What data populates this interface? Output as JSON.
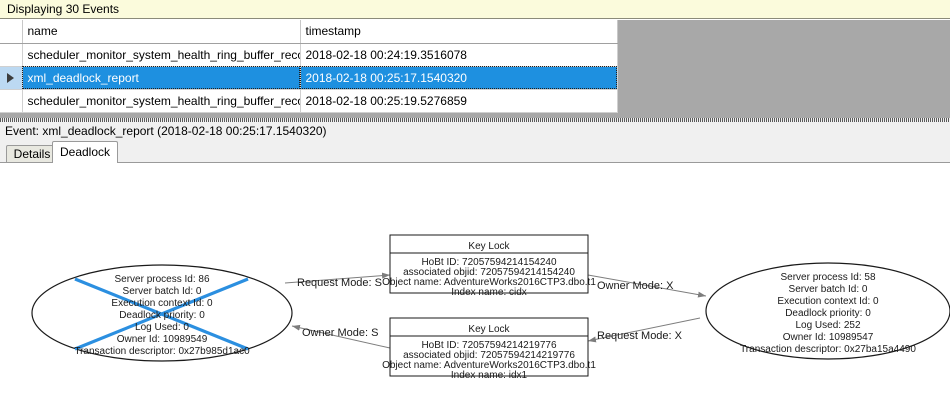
{
  "status_bar": {
    "text": "Displaying 30 Events"
  },
  "events_grid": {
    "columns": [
      "",
      "name",
      "timestamp"
    ],
    "rows": [
      {
        "selected": false,
        "marker": "",
        "name": "scheduler_monitor_system_health_ring_buffer_recorded",
        "timestamp": "2018-02-18 00:24:19.3516078"
      },
      {
        "selected": true,
        "marker": "row-arrow-icon",
        "name": "xml_deadlock_report",
        "timestamp": "2018-02-18 00:25:17.1540320"
      },
      {
        "selected": false,
        "marker": "",
        "name": "scheduler_monitor_system_health_ring_buffer_recorded",
        "timestamp": "2018-02-18 00:25:19.5276859"
      }
    ]
  },
  "event_detail": {
    "header": "Event: xml_deadlock_report (2018-02-18 00:25:17.1540320)",
    "tabs": [
      {
        "label": "Details",
        "active": false
      },
      {
        "label": "Deadlock",
        "active": true
      }
    ]
  },
  "deadlock_graph": {
    "victim_marker_color": "#2b8fe0",
    "processes": [
      {
        "id": "process-left",
        "is_victim": true,
        "lines": [
          "Server process Id: 86",
          "Server batch Id: 0",
          "Execution context Id: 0",
          "Deadlock priority: 0",
          "Log Used: 0",
          "Owner Id: 10989549",
          "Transaction descriptor: 0x27b985d1ac0"
        ]
      },
      {
        "id": "process-right",
        "is_victim": false,
        "lines": [
          "Server process Id: 58",
          "Server batch Id: 0",
          "Execution context Id: 0",
          "Deadlock priority: 0",
          "Log Used: 252",
          "Owner Id: 10989547",
          "Transaction descriptor: 0x27ba15a4490"
        ]
      }
    ],
    "resources": [
      {
        "id": "key-lock-top",
        "title": "Key Lock",
        "lines": [
          "HoBt ID: 72057594214154240",
          "associated objid: 72057594214154240",
          "Object name: AdventureWorks2016CTP3.dbo.t1",
          "Index name: cidx"
        ]
      },
      {
        "id": "key-lock-bottom",
        "title": "Key Lock",
        "lines": [
          "HoBt ID: 72057594214219776",
          "associated objid: 72057594214219776",
          "Object name: AdventureWorks2016CTP3.dbo.t1",
          "Index name: idx1"
        ]
      }
    ],
    "edges": [
      {
        "id": "edge-left-request",
        "label": "Request Mode: S"
      },
      {
        "id": "edge-left-owner",
        "label": "Owner Mode: S"
      },
      {
        "id": "edge-right-owner",
        "label": "Owner Mode: X"
      },
      {
        "id": "edge-right-request",
        "label": "Request Mode: X"
      }
    ]
  }
}
